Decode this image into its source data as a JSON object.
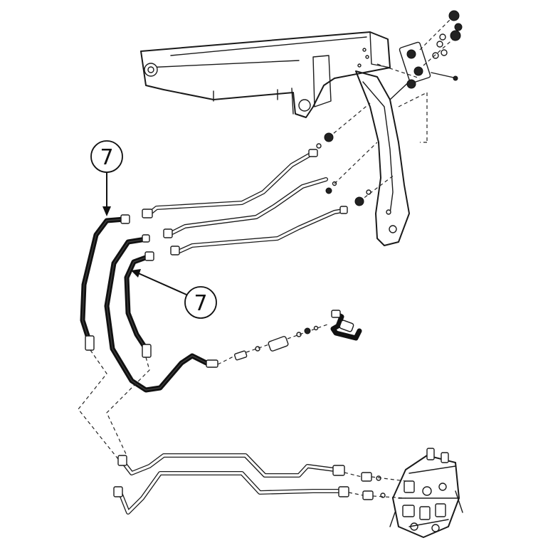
{
  "callouts": [
    {
      "id": "callout-top",
      "label": "7"
    },
    {
      "id": "callout-mid",
      "label": "7"
    }
  ]
}
